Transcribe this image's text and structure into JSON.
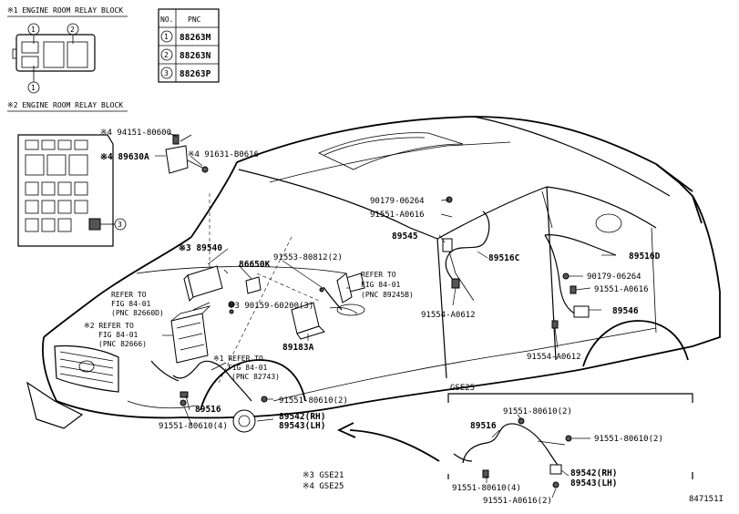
{
  "relay_block_1": {
    "title": "※1 ENGINE ROOM RELAY BLOCK",
    "markers": [
      "1",
      "2",
      "1"
    ]
  },
  "relay_block_2": {
    "title": "※2 ENGINE ROOM RELAY BLOCK",
    "marker": "3"
  },
  "pnc_table": {
    "headers": [
      "NO.",
      "PNC"
    ],
    "rows": [
      {
        "no": "1",
        "pnc": "88263M"
      },
      {
        "no": "2",
        "pnc": "88263N"
      },
      {
        "no": "3",
        "pnc": "88263P"
      }
    ]
  },
  "labels": {
    "p94151": "※4 94151-80600",
    "p89630a": "※4 89630A",
    "p91631": "※4 91631-B0616",
    "p89540": "※3 89540",
    "p86650k": "86650K",
    "p90159": "※3 90159-60200(3)",
    "ref1_a": "REFER TO",
    "ref1_b": "FIG 84-01",
    "ref1_c": "(PNC 82660D)",
    "ref2_a": "※2 REFER TO",
    "ref2_b": "FIG 84-01",
    "ref2_c": "(PNC 82666)",
    "ref3_a": "※1 REFER TO",
    "ref3_b": "FIG 84-01",
    "ref3_c": "(PNC 82743)",
    "ref4_a": "REFER TO",
    "ref4_b": "FIG 84-01",
    "ref4_c": "(PNC 89245B)",
    "p91553": "91553-80812(2)",
    "p89183a": "89183A",
    "p89516_main": "89516",
    "p91551_80610_2_main": "91551-80610(2)",
    "p91551_80610_4_main": "91551-80610(4)",
    "p89542_main": "89542(RH)",
    "p89543_main": "89543(LH)",
    "p90179_top": "90179-06264",
    "p91551_a0616_top": "91551-A0616",
    "p89545": "89545",
    "p89516c": "89516C",
    "p91554_a0612_mid": "91554-A0612",
    "p89516d": "89516D",
    "p90179_right": "90179-06264",
    "p91551_a0616_right": "91551-A0616",
    "p89546": "89546",
    "p91554_a0612_right": "91554-A0612"
  },
  "inset": {
    "title": "GSE25",
    "p91551_80610_2_top": "91551-80610(2)",
    "p89516": "89516",
    "p91551_80610_2_right": "91551-80610(2)",
    "p91551_80610_4": "91551-80610(4)",
    "p89542": "89542(RH)",
    "p89543": "89543(LH)",
    "p91551_a0616": "91551-A0616(2)"
  },
  "footnotes": {
    "note3": "※3 GSE21",
    "note4": "※4 GSE25"
  },
  "figure_id": "847151I"
}
